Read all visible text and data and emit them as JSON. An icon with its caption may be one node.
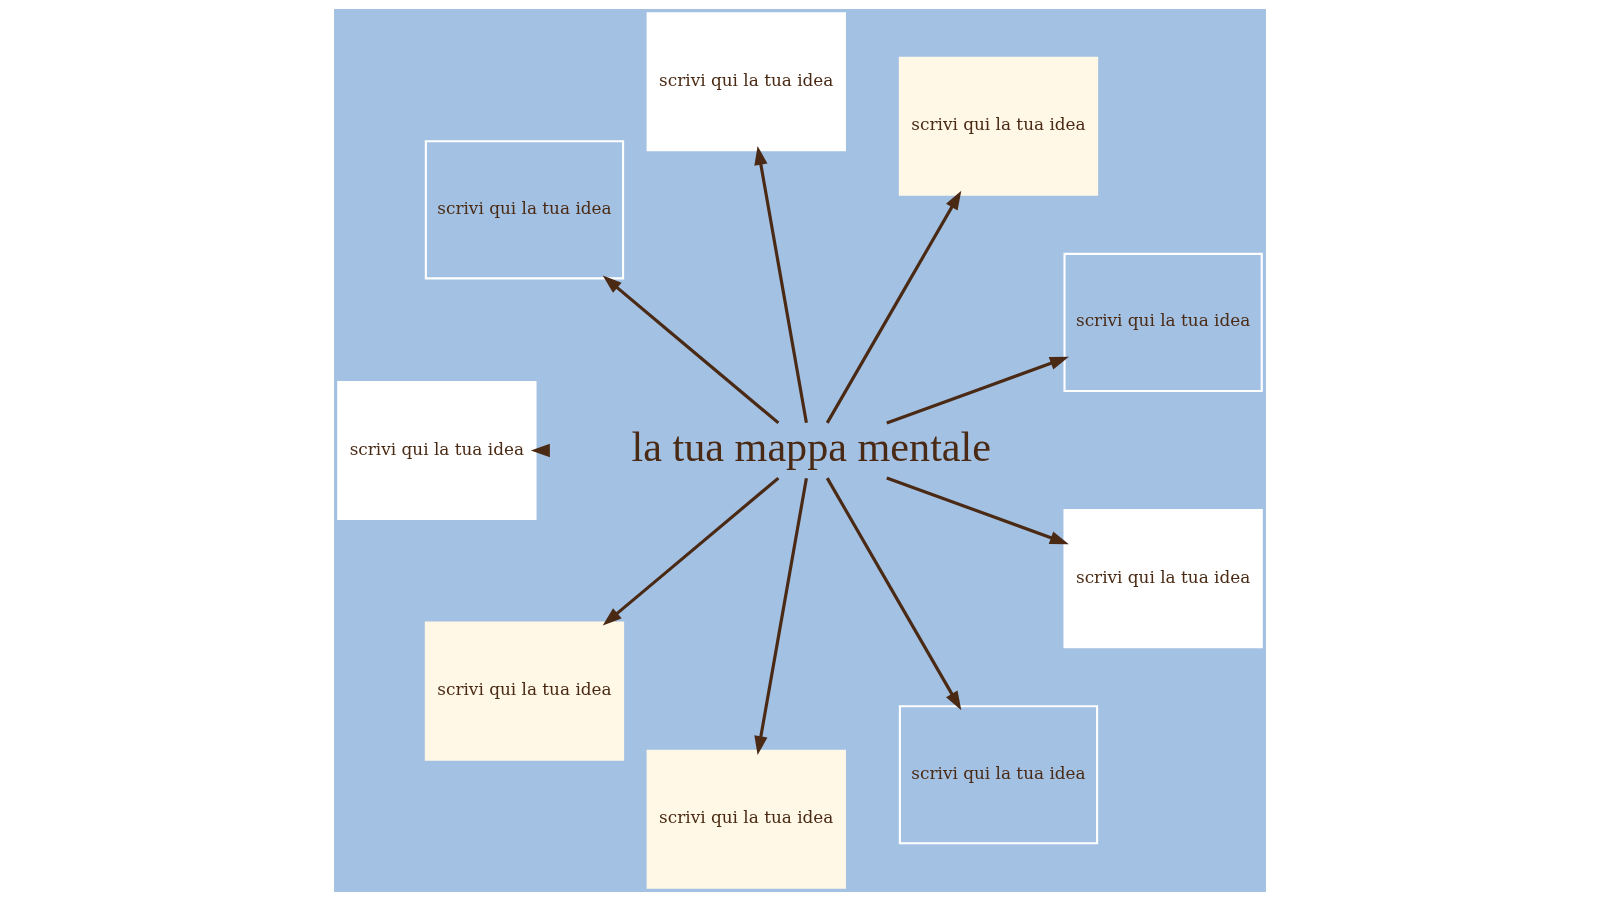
{
  "diagram": {
    "nodes": [
      {
        "text": [
          "la tua mappa mentale"
        ]
      },
      {
        "text": [
          "scrivi qui la tua idea"
        ]
      },
      {
        "text": [
          "scrivi qui la tua idea"
        ]
      },
      {
        "text": [
          "scrivi qui la tua idea"
        ]
      },
      {
        "text": [
          "scrivi qui la tua idea"
        ]
      },
      {
        "text": [
          "scrivi qui la tua idea"
        ]
      },
      {
        "text": [
          "scrivi qui la tua idea"
        ]
      },
      {
        "text": [
          "scrivi qui la tua idea"
        ]
      },
      {
        "text": [
          "scrivi qui la tua idea"
        ]
      },
      {
        "text": [
          "scrivi qui la tua idea"
        ]
      }
    ],
    "edges": [
      {
        "from": 0,
        "to": 1,
        "arrow": "to"
      },
      {
        "from": 0,
        "to": 2,
        "arrow": "to"
      },
      {
        "from": 0,
        "to": 3,
        "arrow": "to"
      },
      {
        "from": 0,
        "to": 4,
        "arrow": "to"
      },
      {
        "from": 0,
        "to": 5,
        "arrow": "to"
      },
      {
        "from": 0,
        "to": 6,
        "arrow": "to"
      },
      {
        "from": 0,
        "to": 7,
        "arrow": "to"
      },
      {
        "from": 0,
        "to": 8,
        "arrow": "to"
      },
      {
        "from": 0,
        "to": 9,
        "arrow": "to"
      }
    ]
  }
}
